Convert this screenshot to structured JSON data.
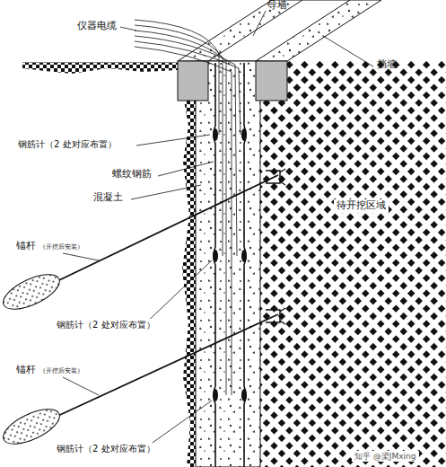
{
  "diagram": {
    "labels": [
      "导墙",
      "仪器电缆",
      "挡墙",
      "钢筋计（2 处对应布置）",
      "螺纹钢筋",
      "混凝土",
      "待开挖区域",
      "锚杆",
      "（开挖后安装）",
      "钢筋计（2 处对应布置）",
      "锚杆",
      "（开挖后安装）",
      "钢筋计（2 处对应布置）",
      "知乎 @梁JMxing"
    ]
  }
}
